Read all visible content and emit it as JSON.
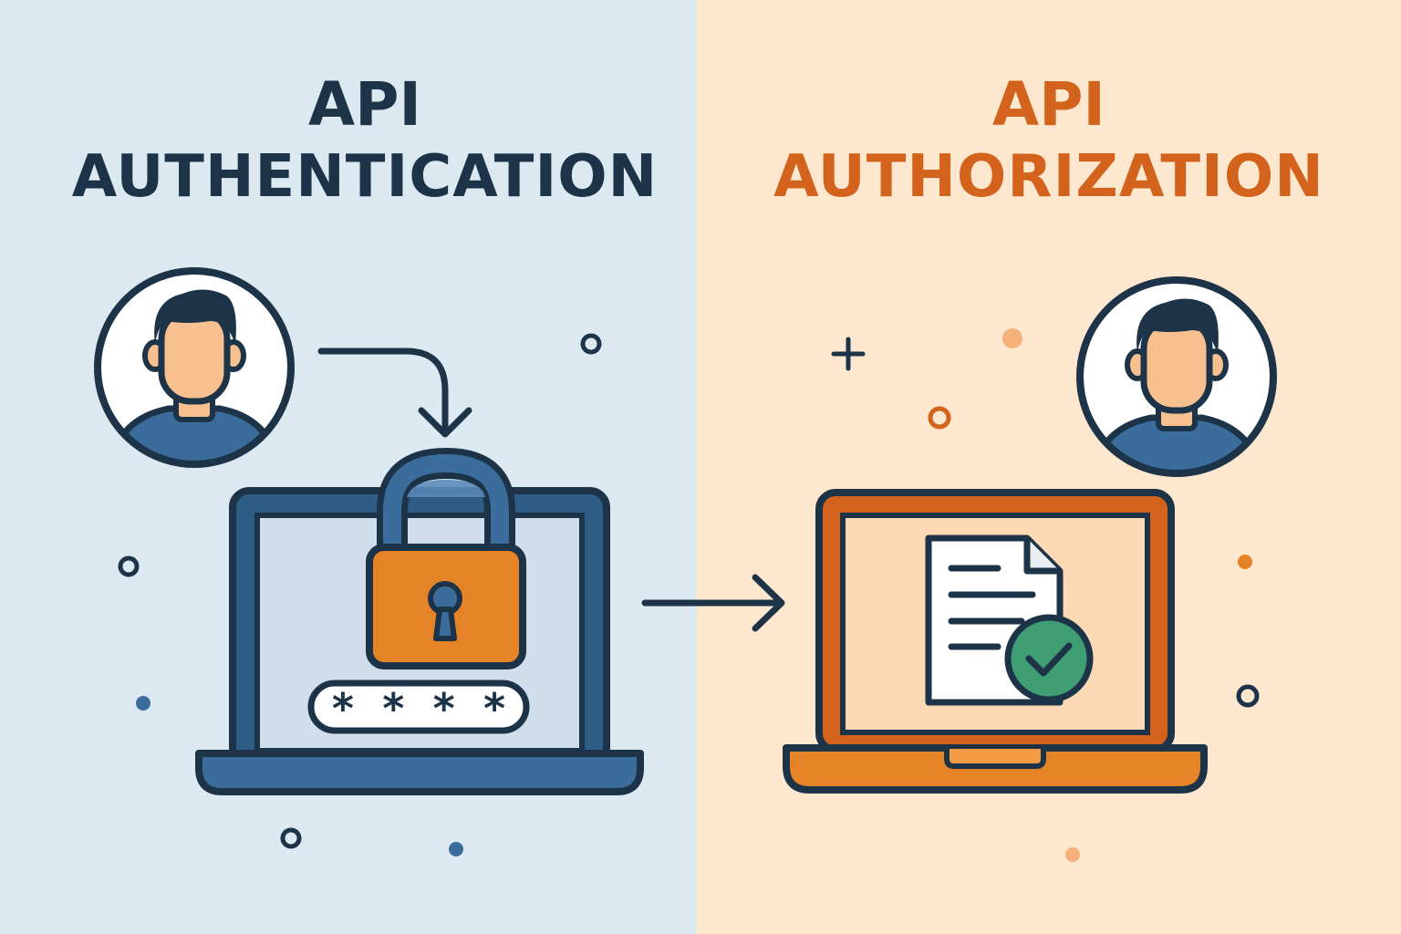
{
  "colors": {
    "left_bg": "#dde9f1",
    "right_bg": "#fde7cf",
    "navy": "#1d3348",
    "blue": "#3b6d9c",
    "orange": "#e58327",
    "dark_orange": "#d3631c",
    "skin": "#f7c08e",
    "green": "#3f9e73"
  },
  "left": {
    "title_line1": "API",
    "title_line2": "AUTHENTICATION",
    "title_color": "#1d3348",
    "password_mask": "* * * *"
  },
  "right": {
    "title_line1": "API",
    "title_line2": "AUTHORIZATION",
    "title_color": "#d3631c"
  },
  "icons": [
    "user-avatar-icon",
    "curved-arrow-icon",
    "padlock-icon",
    "laptop-icon",
    "arrow-right-icon",
    "document-icon",
    "check-badge-icon"
  ]
}
